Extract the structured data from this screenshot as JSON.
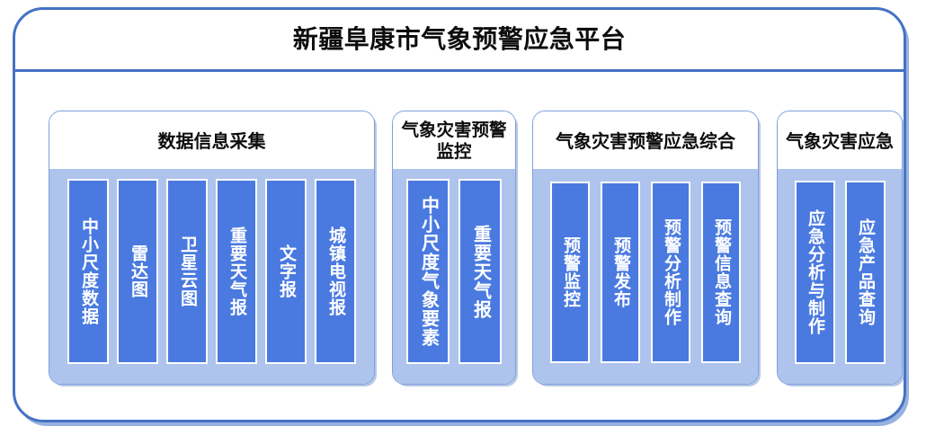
{
  "platform": {
    "title": "新疆阜康市气象预警应急平台",
    "frame_border_color": "#4472c4",
    "panel_body_color": "#aec4ec",
    "item_color": "#4a7ae0",
    "item_border_color": "#ffffff"
  },
  "panels": [
    {
      "id": "data-collection",
      "title": "数据信息采集",
      "items": [
        {
          "label": "中小尺度数据"
        },
        {
          "label": "雷达图"
        },
        {
          "label": "卫星云图"
        },
        {
          "label": "重要天气报"
        },
        {
          "label": "文字报"
        },
        {
          "label": "城镇电视报"
        }
      ]
    },
    {
      "id": "warning-monitor",
      "title": "气象灾害预警监控",
      "items": [
        {
          "label": "中小尺度气象要素"
        },
        {
          "label": "重要天气报"
        }
      ]
    },
    {
      "id": "warning-integrated",
      "title": "气象灾害预警应急综合",
      "items": [
        {
          "label": "预警监控"
        },
        {
          "label": "预警发布"
        },
        {
          "label": "预警分析制作"
        },
        {
          "label": "预警信息查询"
        }
      ]
    },
    {
      "id": "emergency",
      "title": "气象灾害应急",
      "items": [
        {
          "label": "应急分析与制作"
        },
        {
          "label": "应急产品查询"
        }
      ]
    }
  ]
}
